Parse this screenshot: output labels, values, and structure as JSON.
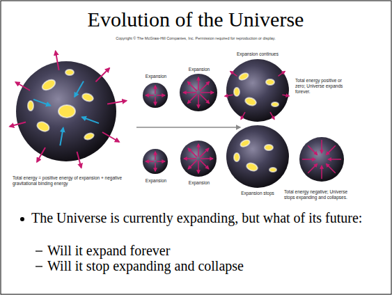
{
  "diagram": {
    "title": "Evolution of the Universe",
    "labels": [
      "Copyright © The McGraw-Hill Companies, Inc. Permission required for reproduction or display.",
      "Expansion",
      "Expansion",
      "Expansion continues",
      "Total energy positive or zero; Universe expands forever.",
      "Total energy = positive energy of expansion + negative gravitational binding energy",
      "Expansion",
      "Expansion",
      "Expansion stops",
      "Total energy negative; Universe stops expanding and collapses.",
      "The Universe is currently expanding, but what of its future:",
      "Will it expand forever",
      "Will it stop expanding and collapse"
    ]
  }
}
